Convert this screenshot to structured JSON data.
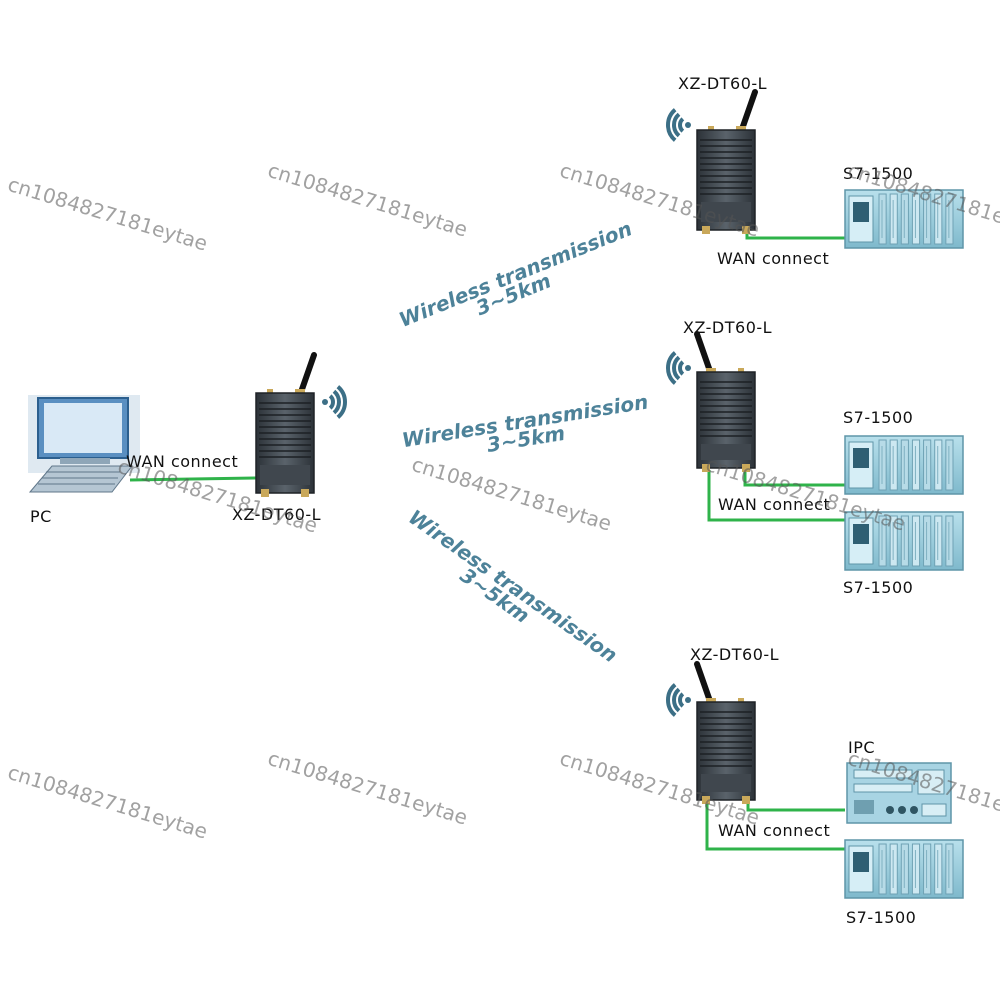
{
  "pc": {
    "label": "PC",
    "wan_label": "WAN connect"
  },
  "central_radio": {
    "label": "XZ-DT60-L"
  },
  "links": [
    {
      "line1": "Wireless transmission",
      "line2": "3~5km"
    },
    {
      "line1": "Wireless transmission",
      "line2": "3~5km"
    },
    {
      "line1": "Wireless transmission",
      "line2": "3~5km"
    }
  ],
  "sites": [
    {
      "radio_label": "XZ-DT60-L",
      "wan_label": "WAN connect",
      "devices": [
        {
          "label": "S7-1500"
        }
      ]
    },
    {
      "radio_label": "XZ-DT60-L",
      "wan_label": "WAN connect",
      "devices": [
        {
          "label": "S7-1500"
        },
        {
          "label": "S7-1500"
        }
      ]
    },
    {
      "radio_label": "XZ-DT60-L",
      "wan_label": "WAN connect",
      "devices": [
        {
          "label": "IPC"
        },
        {
          "label": "S7-1500"
        }
      ]
    }
  ],
  "watermark": "cn1084827181eytae",
  "colors": {
    "cable": "#2fb34a",
    "link_text": "#4d8299",
    "radio_body": "#3b4148",
    "plc": "#8fc7d9"
  }
}
